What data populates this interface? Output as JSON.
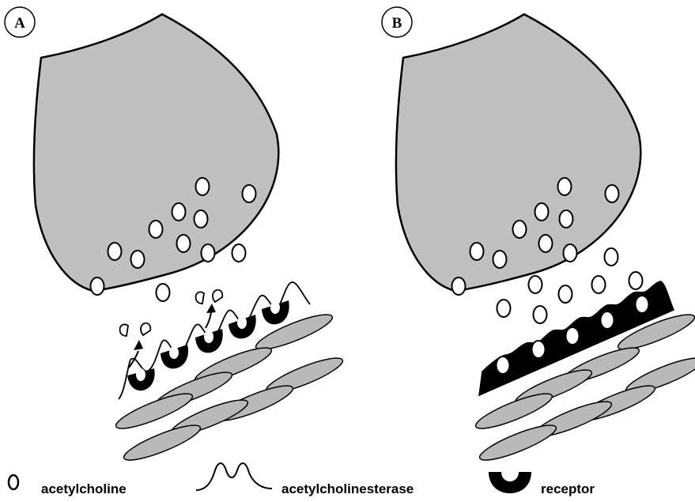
{
  "panels": [
    {
      "letter": "A"
    },
    {
      "letter": "B"
    }
  ],
  "legend": {
    "acetylcholine": "acetylcholine",
    "acetylcholinesterase": "acetylcholinesterase",
    "receptor": "receptor"
  },
  "colors": {
    "terminal_fill": "#c0c0c0",
    "muscle_fill": "#b9b9b9",
    "outline": "#000000",
    "vesicle_fill": "#ffffff",
    "receptor_fill": "#000000"
  }
}
